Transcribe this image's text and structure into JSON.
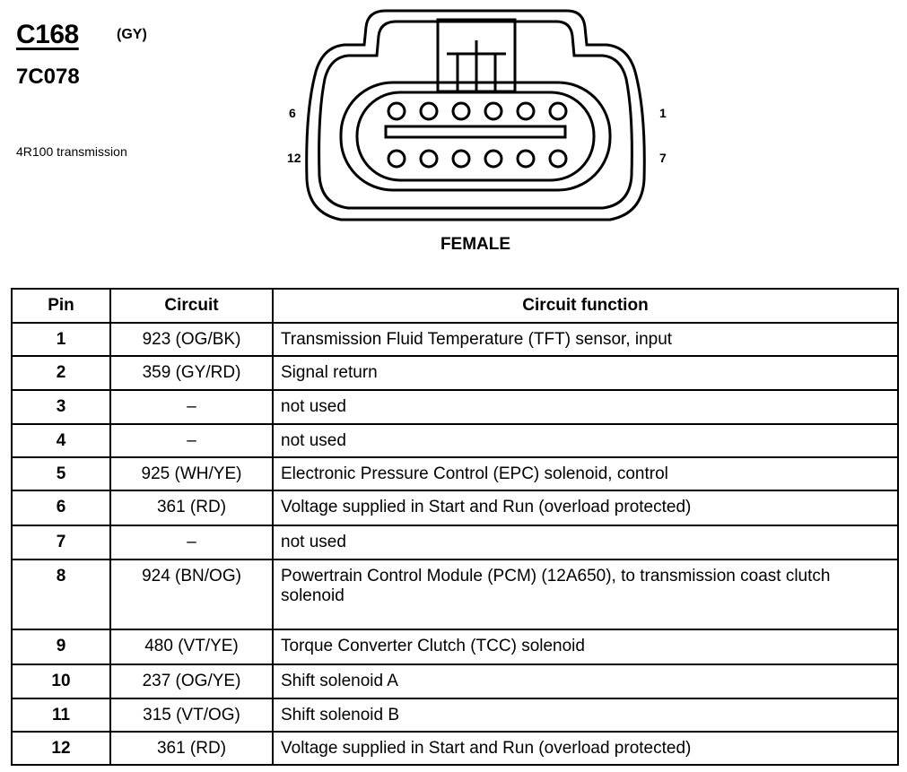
{
  "connector": {
    "id": "C168",
    "color_code": "(GY)",
    "part_number": "7C078",
    "description": "4R100 transmission",
    "gender": "FEMALE",
    "pin_labels": {
      "top_left": "6",
      "top_right": "1",
      "bottom_left": "12",
      "bottom_right": "7"
    }
  },
  "table": {
    "headers": [
      "Pin",
      "Circuit",
      "Circuit function"
    ],
    "rows": [
      {
        "pin": "1",
        "circuit": "923 (OG/BK)",
        "function": "Transmission Fluid Temperature (TFT) sensor, input"
      },
      {
        "pin": "2",
        "circuit": "359 (GY/RD)",
        "function": "Signal return"
      },
      {
        "pin": "3",
        "circuit": "–",
        "function": "not used"
      },
      {
        "pin": "4",
        "circuit": "–",
        "function": "not used"
      },
      {
        "pin": "5",
        "circuit": "925 (WH/YE)",
        "function": "Electronic Pressure Control (EPC) solenoid, control"
      },
      {
        "pin": "6",
        "circuit": "361 (RD)",
        "function": "Voltage supplied in Start and Run (overload protected)"
      },
      {
        "pin": "7",
        "circuit": "–",
        "function": "not used"
      },
      {
        "pin": "8",
        "circuit": "924 (BN/OG)",
        "function": "Powertrain Control Module (PCM) (12A650), to transmission coast clutch solenoid"
      },
      {
        "pin": "9",
        "circuit": "480 (VT/YE)",
        "function": "Torque Converter Clutch (TCC) solenoid"
      },
      {
        "pin": "10",
        "circuit": "237 (OG/YE)",
        "function": "Shift solenoid A"
      },
      {
        "pin": "11",
        "circuit": "315 (VT/OG)",
        "function": "Shift solenoid B"
      },
      {
        "pin": "12",
        "circuit": "361 (RD)",
        "function": "Voltage supplied in Start and Run (overload protected)"
      }
    ]
  }
}
